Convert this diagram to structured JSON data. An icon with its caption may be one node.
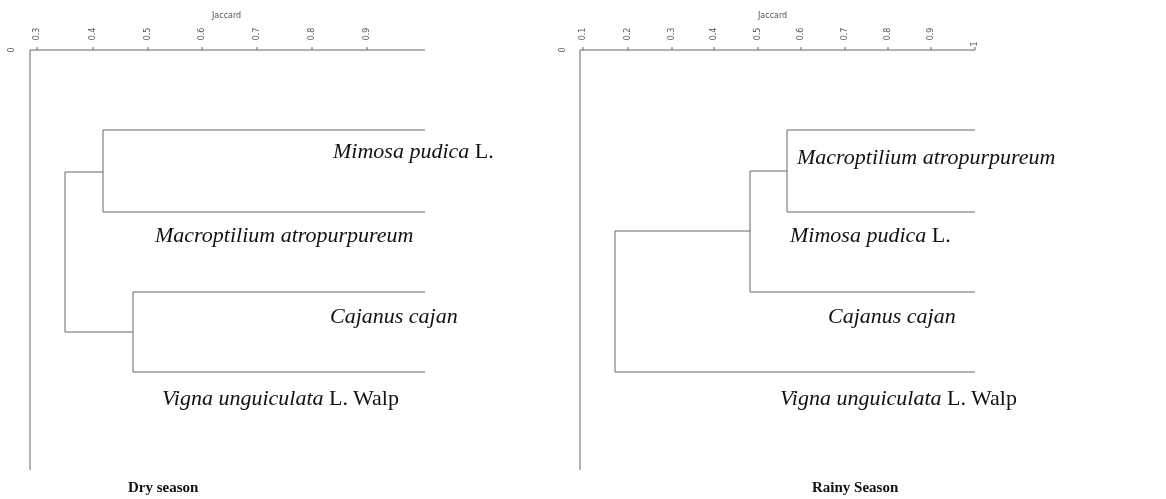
{
  "diagram": {
    "labels": [
      "Jaccard",
      "0",
      "0.3",
      "0.4",
      "0.5",
      "0.6",
      "0.7",
      "0.8",
      "0.9",
      "*Mimosa pudica* L.",
      "*Macroptilium atropurpureum*",
      "*Cajanus cajan*",
      "*Vigna unguiculata* L. Walp",
      "Dry season",
      "Jaccard",
      "0",
      "0.1",
      "0.2",
      "0.3",
      "0.4",
      "0.5",
      "0.6",
      "0.7",
      "0.8",
      "0.9",
      "1",
      "*Macroptilium atropurpureum*",
      "*Mimosa pudica* L.",
      "*Cajanus cajan*",
      "*Vigna unguiculata* L. Walp",
      "Rainy Season"
    ]
  }
}
